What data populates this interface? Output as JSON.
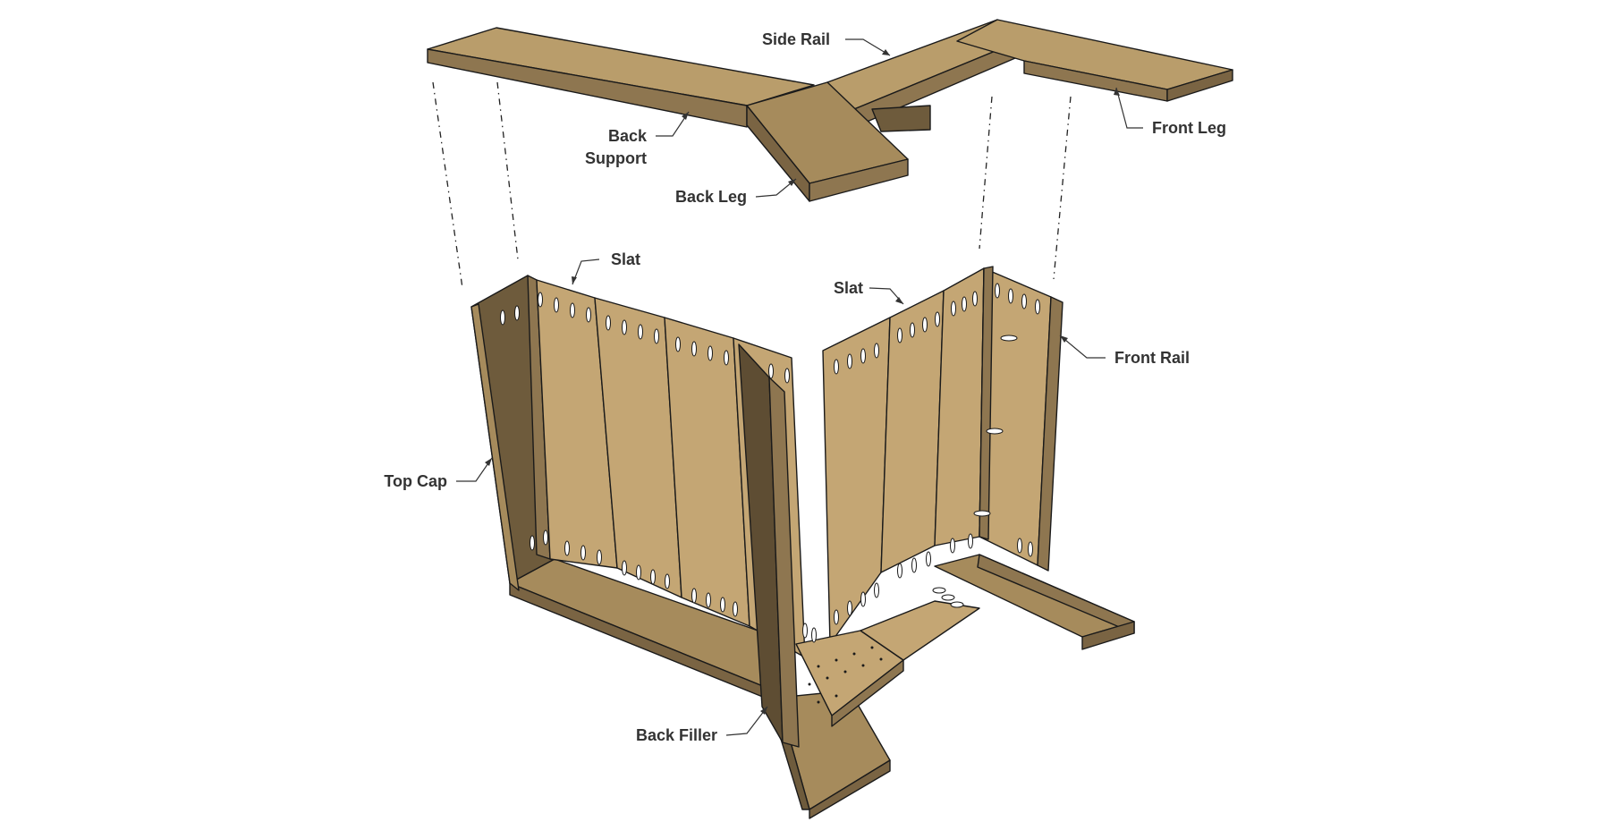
{
  "diagram": {
    "labels": {
      "side_rail": "Side Rail",
      "front_leg": "Front Leg",
      "back_support_line1": "Back",
      "back_support_line2": "Support",
      "back_leg": "Back Leg",
      "slat_left": "Slat",
      "slat_right": "Slat",
      "front_rail": "Front Rail",
      "top_cap": "Top Cap",
      "back_filler": "Back Filler"
    },
    "colors": {
      "wood_light": "#c4a674",
      "wood_mid": "#a68b5c",
      "wood_dark": "#7a6443",
      "wood_darker": "#5e4d33",
      "label_text": "#333333",
      "outline": "#1a1a1a"
    }
  }
}
